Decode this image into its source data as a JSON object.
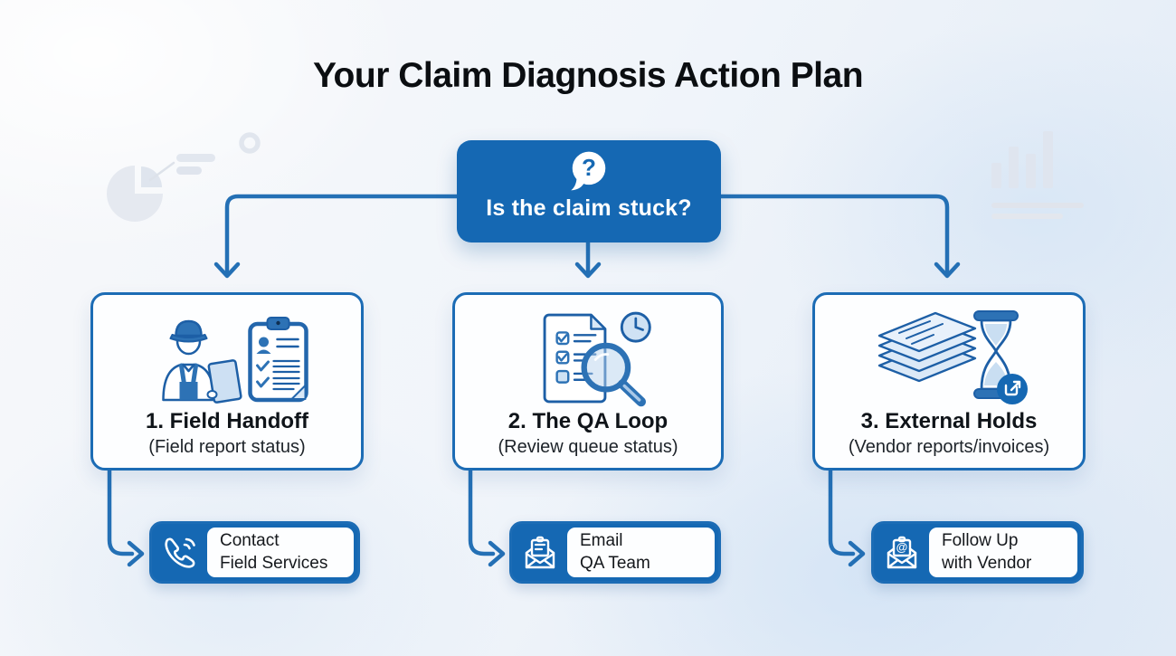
{
  "title": "Your Claim Diagnosis Action Plan",
  "decision": {
    "question": "Is the claim stuck?"
  },
  "icons": {
    "question_glyph": "?",
    "at_glyph": "@"
  },
  "steps": [
    {
      "title": "1. Field Handoff",
      "subtitle": "(Field report status)",
      "icon": "worker-clipboard-icon"
    },
    {
      "title": "2. The QA Loop",
      "subtitle": "(Review queue status)",
      "icon": "checklist-magnifier-clock-icon"
    },
    {
      "title": "3. External Holds",
      "subtitle": "(Vendor reports/invoices)",
      "icon": "documents-hourglass-external-link-icon"
    }
  ],
  "actions": [
    {
      "line1": "Contact",
      "line2": "Field Services",
      "icon": "phone-icon"
    },
    {
      "line1": "Email",
      "line2": "QA Team",
      "icon": "open-envelope-icon"
    },
    {
      "line1": "Follow Up",
      "line2": "with Vendor",
      "icon": "envelope-at-icon"
    }
  ],
  "colors": {
    "primary_blue": "#1568b3",
    "node_border_blue": "#1c6cb5",
    "connector_blue": "#2470b5",
    "icon_stroke_blue": "#1d5fa6",
    "icon_fill_light": "#cfe2f4",
    "title_text": "#0b0e11",
    "card_text": "#14181d",
    "card_background": "#fdfeff"
  },
  "decorations": {
    "top_left": [
      "pie-chart-decoration",
      "ring-decoration",
      "annotation-lines-decoration"
    ],
    "top_right": [
      "bar-chart-decoration",
      "annotation-lines-decoration"
    ]
  }
}
